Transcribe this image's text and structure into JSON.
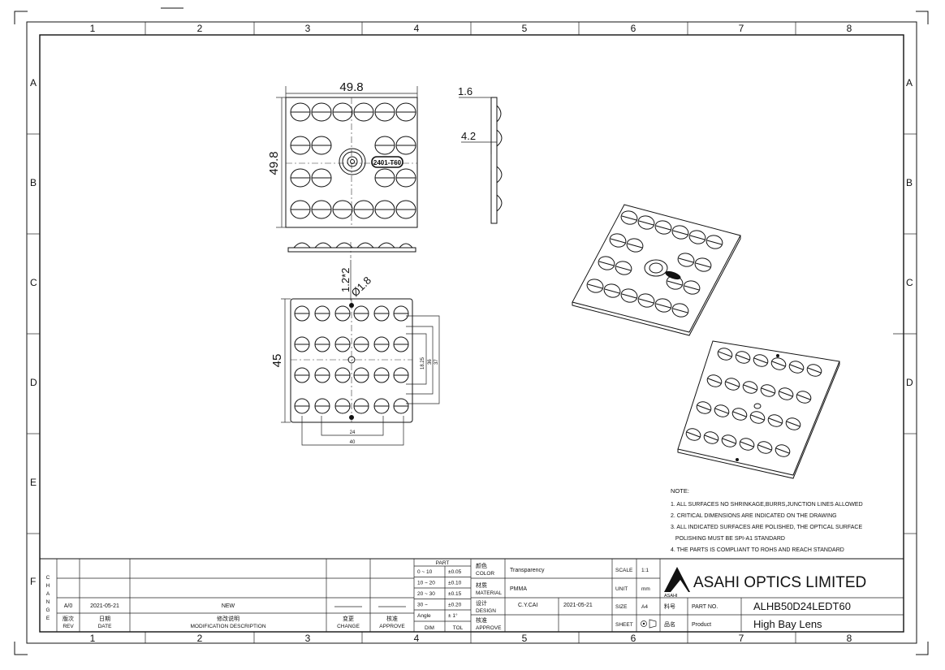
{
  "border": {
    "columns": [
      "1",
      "2",
      "3",
      "4",
      "5",
      "6",
      "7",
      "8"
    ],
    "rows": [
      "A",
      "B",
      "C",
      "D",
      "E",
      "F"
    ]
  },
  "dimensions": {
    "top_width": "49.8",
    "top_height": "49.8",
    "side_thickness": "1.6",
    "side_height": "4.2",
    "gap_label": "1.2*2",
    "hole_dia": "Ø1.8",
    "bottom_height": "45",
    "dim_1825": "18.25",
    "dim_36": "36",
    "dim_37": "37",
    "dim_24": "24",
    "dim_40": "40",
    "part_mark": "2401-T60"
  },
  "notes": {
    "title": "NOTE:",
    "items": [
      "1. ALL SURFACES NO SHRINKAGE,BURRS,JUNCTION LINES ALLOWED",
      "2. CRITICAL DIMENSIONS ARE INDICATED ON THE DRAWING",
      "3. ALL INDICATED SURFACES ARE POLISHED, THE OPTICAL SURFACE",
      "   POLISHING MUST BE SPI-A1 STANDARD",
      "4. THE PARTS IS COMPLIANT TO ROHS AND REACH STANDARD"
    ]
  },
  "title_block": {
    "change_letters": [
      "C",
      "H",
      "A",
      "N",
      "G",
      "E"
    ],
    "rev_value": "A/0",
    "date_value": "2021-05-21",
    "desc_value": "NEW",
    "rev_label_cn": "版次",
    "rev_label": "REV",
    "date_label_cn": "日期",
    "date_label": "DATE",
    "desc_label_cn": "修改说明",
    "desc_label": "MODIFICATION DESCRIPTION",
    "change_cn": "变更",
    "change_label": "CHANGE",
    "approve_cn": "核准",
    "approve_label": "APPROVE",
    "tol_header": "PART",
    "tol_rows": [
      [
        "0 ~ 10",
        "±0.05"
      ],
      [
        "10 ~ 20",
        "±0.10"
      ],
      [
        "20 ~ 30",
        "±0.15"
      ],
      [
        "30 ~",
        "±0.20"
      ],
      [
        "Angle",
        "± 1°"
      ]
    ],
    "dim_label": "DIM",
    "tol_label": "TOL",
    "color_cn": "颜色",
    "color_label": "COLOR",
    "color_value": "Transparency",
    "material_cn": "材质",
    "material_label": "MATERIAL",
    "material_value": "PMMA",
    "design_cn": "设计",
    "design_label": "DESIGN",
    "design_value": "C.Y.CAI",
    "design_date": "2021-05-21",
    "approve2_cn": "核准",
    "approve2_label": "APPROVE",
    "scale_label": "SCALE",
    "scale_value": "1:1",
    "unit_label": "UNIT",
    "unit_value": "mm",
    "size_label": "SIZE",
    "size_value": "A4",
    "sheet_label": "SHEET",
    "company": "ASAHI OPTICS LIMITED",
    "company_small": "ASAHI",
    "partno_cn": "料号",
    "partno_label": "PART NO.",
    "partno_value": "ALHB50D24LEDT60",
    "product_cn": "品名",
    "product_label": "Product",
    "product_value": "High Bay Lens"
  }
}
